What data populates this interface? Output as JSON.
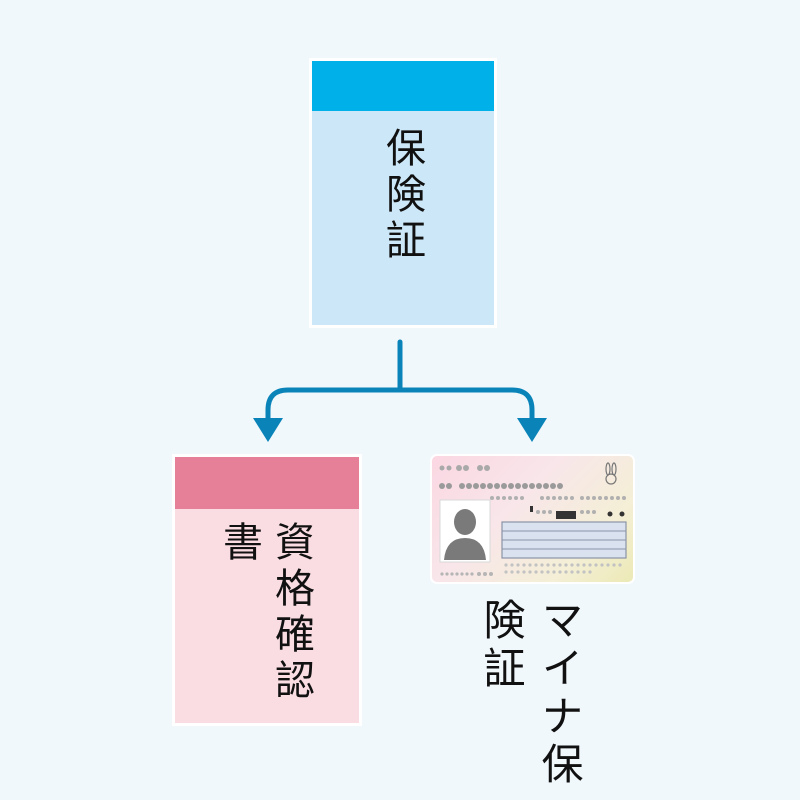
{
  "nodes": {
    "top_label": "保険証",
    "left_label": "資格確認書",
    "right_label": "マイナ保険証"
  },
  "colors": {
    "background": "#f1f8fc",
    "top_card_band": "#00b0e8",
    "top_card_fill": "#cce7f7",
    "left_card_band": "#e67f98",
    "left_card_fill": "#fadde3",
    "arrow": "#0a84b8"
  },
  "icons": {
    "right_card_image": "my-number-card-icon",
    "portrait": "person-silhouette-icon",
    "mascot": "rabbit-mascot-icon"
  }
}
